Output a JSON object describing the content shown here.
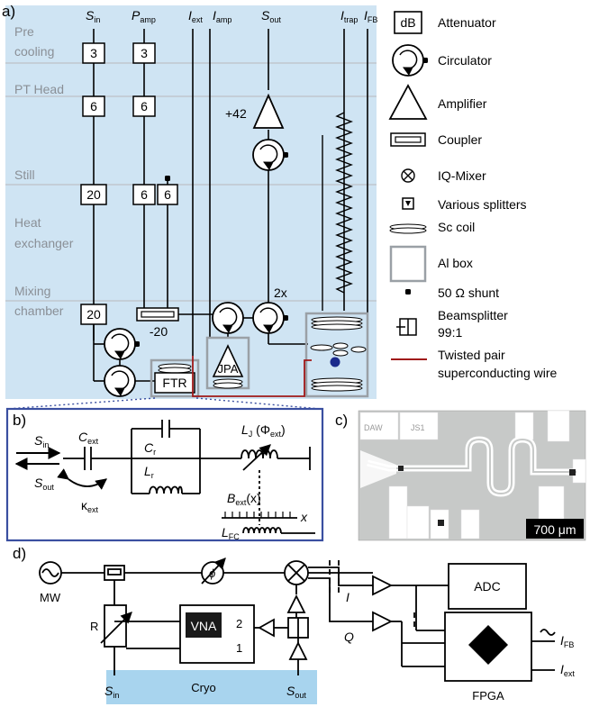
{
  "panels": {
    "a": "a)",
    "b": "b)",
    "c": "c)",
    "d": "d)"
  },
  "stages": [
    {
      "line1": "Pre",
      "line2": "cooling"
    },
    {
      "line1": "PT Head",
      "line2": ""
    },
    {
      "line1": "Still",
      "line2": ""
    },
    {
      "line1": "Heat",
      "line2": "exchanger"
    },
    {
      "line1": "Mixing",
      "line2": "chamber"
    }
  ],
  "signals_a": {
    "s_in": {
      "main": "S",
      "sub": "in"
    },
    "p_amp": {
      "main": "P",
      "sub": "amp"
    },
    "i_ext": {
      "main": "I",
      "sub": "ext"
    },
    "i_amp": {
      "main": "I",
      "sub": "amp"
    },
    "s_out": {
      "main": "S",
      "sub": "out"
    },
    "i_trap": {
      "main": "I",
      "sub": "trap"
    },
    "i_fb": {
      "main": "I",
      "sub": "FB"
    }
  },
  "attenuators": {
    "col1": [
      "3",
      "6",
      "20",
      "20"
    ],
    "col2": [
      "3",
      "6",
      "6"
    ],
    "col3": [
      "6"
    ],
    "coupler": "-20"
  },
  "labels_a": {
    "gain": "+42",
    "two_x": "2x",
    "jpa": "JPA",
    "ftr": "FTR"
  },
  "legend": [
    {
      "icon": "dB",
      "label": "Attenuator"
    },
    {
      "icon": "",
      "label": "Circulator"
    },
    {
      "icon": "",
      "label": "Amplifier"
    },
    {
      "icon": "",
      "label": "Coupler"
    },
    {
      "icon": "",
      "label": "IQ-Mixer"
    },
    {
      "icon": "",
      "label": "Various splitters"
    },
    {
      "icon": "",
      "label": "Sc coil"
    },
    {
      "icon": "",
      "label": "Al box"
    },
    {
      "icon": "",
      "label": "50 Ω shunt"
    },
    {
      "icon": "",
      "label": "Beamsplitter",
      "label2": "99:1"
    },
    {
      "icon": "",
      "label": "Twisted pair",
      "label2": "superconducting wire"
    }
  ],
  "circuit_b": {
    "s_in": {
      "main": "S",
      "sub": "in"
    },
    "s_out": {
      "main": "S",
      "sub": "out"
    },
    "c_ext": {
      "main": "C",
      "sub": "ext"
    },
    "kappa": {
      "main": "κ",
      "sub": "ext"
    },
    "c_r": {
      "main": "C",
      "sub": "r"
    },
    "l_r": {
      "main": "L",
      "sub": "r"
    },
    "l_j": {
      "main": "L",
      "sub": "J",
      "rest": " (Φ",
      "sub2": "ext",
      "end": ")"
    },
    "b_ext": {
      "main": "B",
      "sub": "ext",
      "rest": "(x)"
    },
    "x": "x",
    "l_fc": {
      "main": "L",
      "sub": "FC"
    }
  },
  "photo_c": {
    "scale": "700 μm",
    "chip_labels": [
      "DAW",
      "JS1"
    ]
  },
  "setup_d": {
    "mw": "MW",
    "phi": "ϕ",
    "r": "R",
    "vna": "VNA",
    "port2": "2",
    "port1": "1",
    "cryo": "Cryo",
    "i": "I",
    "q": "Q",
    "adc": "ADC",
    "fpga": "FPGA",
    "s_in": {
      "main": "S",
      "sub": "in"
    },
    "s_out": {
      "main": "S",
      "sub": "out"
    },
    "i_fb": {
      "main": "I",
      "sub": "FB"
    },
    "i_ext": {
      "main": "I",
      "sub": "ext"
    }
  },
  "colors": {
    "fridge_bg": "#cfe4f3",
    "cryo_bg": "#a8d4ee",
    "panel_b_border": "#3a4fa0",
    "twisted_pair": "#a01818",
    "stage_line": "#c8ccd2",
    "box_gray": "#9aa0a6"
  }
}
